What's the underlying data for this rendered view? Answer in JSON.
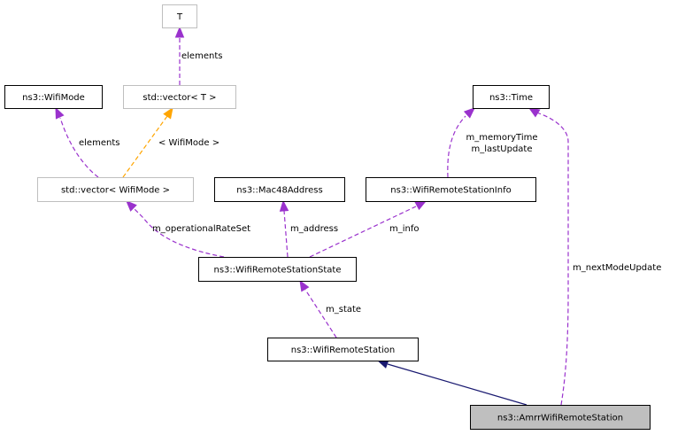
{
  "diagram": {
    "type": "collaboration-graph",
    "colors": {
      "usage_edge": "#9a32cd",
      "template_edge": "#ffa500",
      "inheritance_edge": "#191970",
      "node_border": "#000000",
      "template_node_border": "#bfbfbf",
      "focus_node_fill": "#bfbfbf",
      "node_fill": "#ffffff"
    },
    "nodes": [
      {
        "id": "T",
        "label": "T",
        "kind": "template"
      },
      {
        "id": "WifiMode",
        "label": "ns3::WifiMode",
        "kind": "class"
      },
      {
        "id": "vectorT",
        "label": "std::vector< T >",
        "kind": "template"
      },
      {
        "id": "Time",
        "label": "ns3::Time",
        "kind": "class"
      },
      {
        "id": "vectorWifiMode",
        "label": "std::vector< WifiMode >",
        "kind": "template"
      },
      {
        "id": "Mac48Address",
        "label": "ns3::Mac48Address",
        "kind": "class"
      },
      {
        "id": "WifiRemoteStationInfo",
        "label": "ns3::WifiRemoteStationInfo",
        "kind": "class"
      },
      {
        "id": "WifiRemoteStationState",
        "label": "ns3::WifiRemoteStationState",
        "kind": "class"
      },
      {
        "id": "WifiRemoteStation",
        "label": "ns3::WifiRemoteStation",
        "kind": "class"
      },
      {
        "id": "AmrrWifiRemoteStation",
        "label": "ns3::AmrrWifiRemoteStation",
        "kind": "focus"
      }
    ],
    "edges": [
      {
        "from": "vectorT",
        "to": "T",
        "kind": "usage",
        "label": [
          "elements"
        ]
      },
      {
        "from": "vectorWifiMode",
        "to": "WifiMode",
        "kind": "usage",
        "label": [
          "elements"
        ]
      },
      {
        "from": "vectorWifiMode",
        "to": "vectorT",
        "kind": "template",
        "label": [
          "< WifiMode >"
        ]
      },
      {
        "from": "WifiRemoteStationInfo",
        "to": "Time",
        "kind": "usage",
        "label": [
          "m_memoryTime",
          "m_lastUpdate"
        ]
      },
      {
        "from": "WifiRemoteStationState",
        "to": "vectorWifiMode",
        "kind": "usage",
        "label": [
          "m_operationalRateSet"
        ]
      },
      {
        "from": "WifiRemoteStationState",
        "to": "Mac48Address",
        "kind": "usage",
        "label": [
          "m_address"
        ]
      },
      {
        "from": "WifiRemoteStationState",
        "to": "WifiRemoteStationInfo",
        "kind": "usage",
        "label": [
          "m_info"
        ]
      },
      {
        "from": "WifiRemoteStation",
        "to": "WifiRemoteStationState",
        "kind": "usage",
        "label": [
          "m_state"
        ]
      },
      {
        "from": "AmrrWifiRemoteStation",
        "to": "WifiRemoteStation",
        "kind": "inheritance",
        "label": []
      },
      {
        "from": "AmrrWifiRemoteStation",
        "to": "Time",
        "kind": "usage",
        "label": [
          "m_nextModeUpdate"
        ]
      }
    ]
  }
}
